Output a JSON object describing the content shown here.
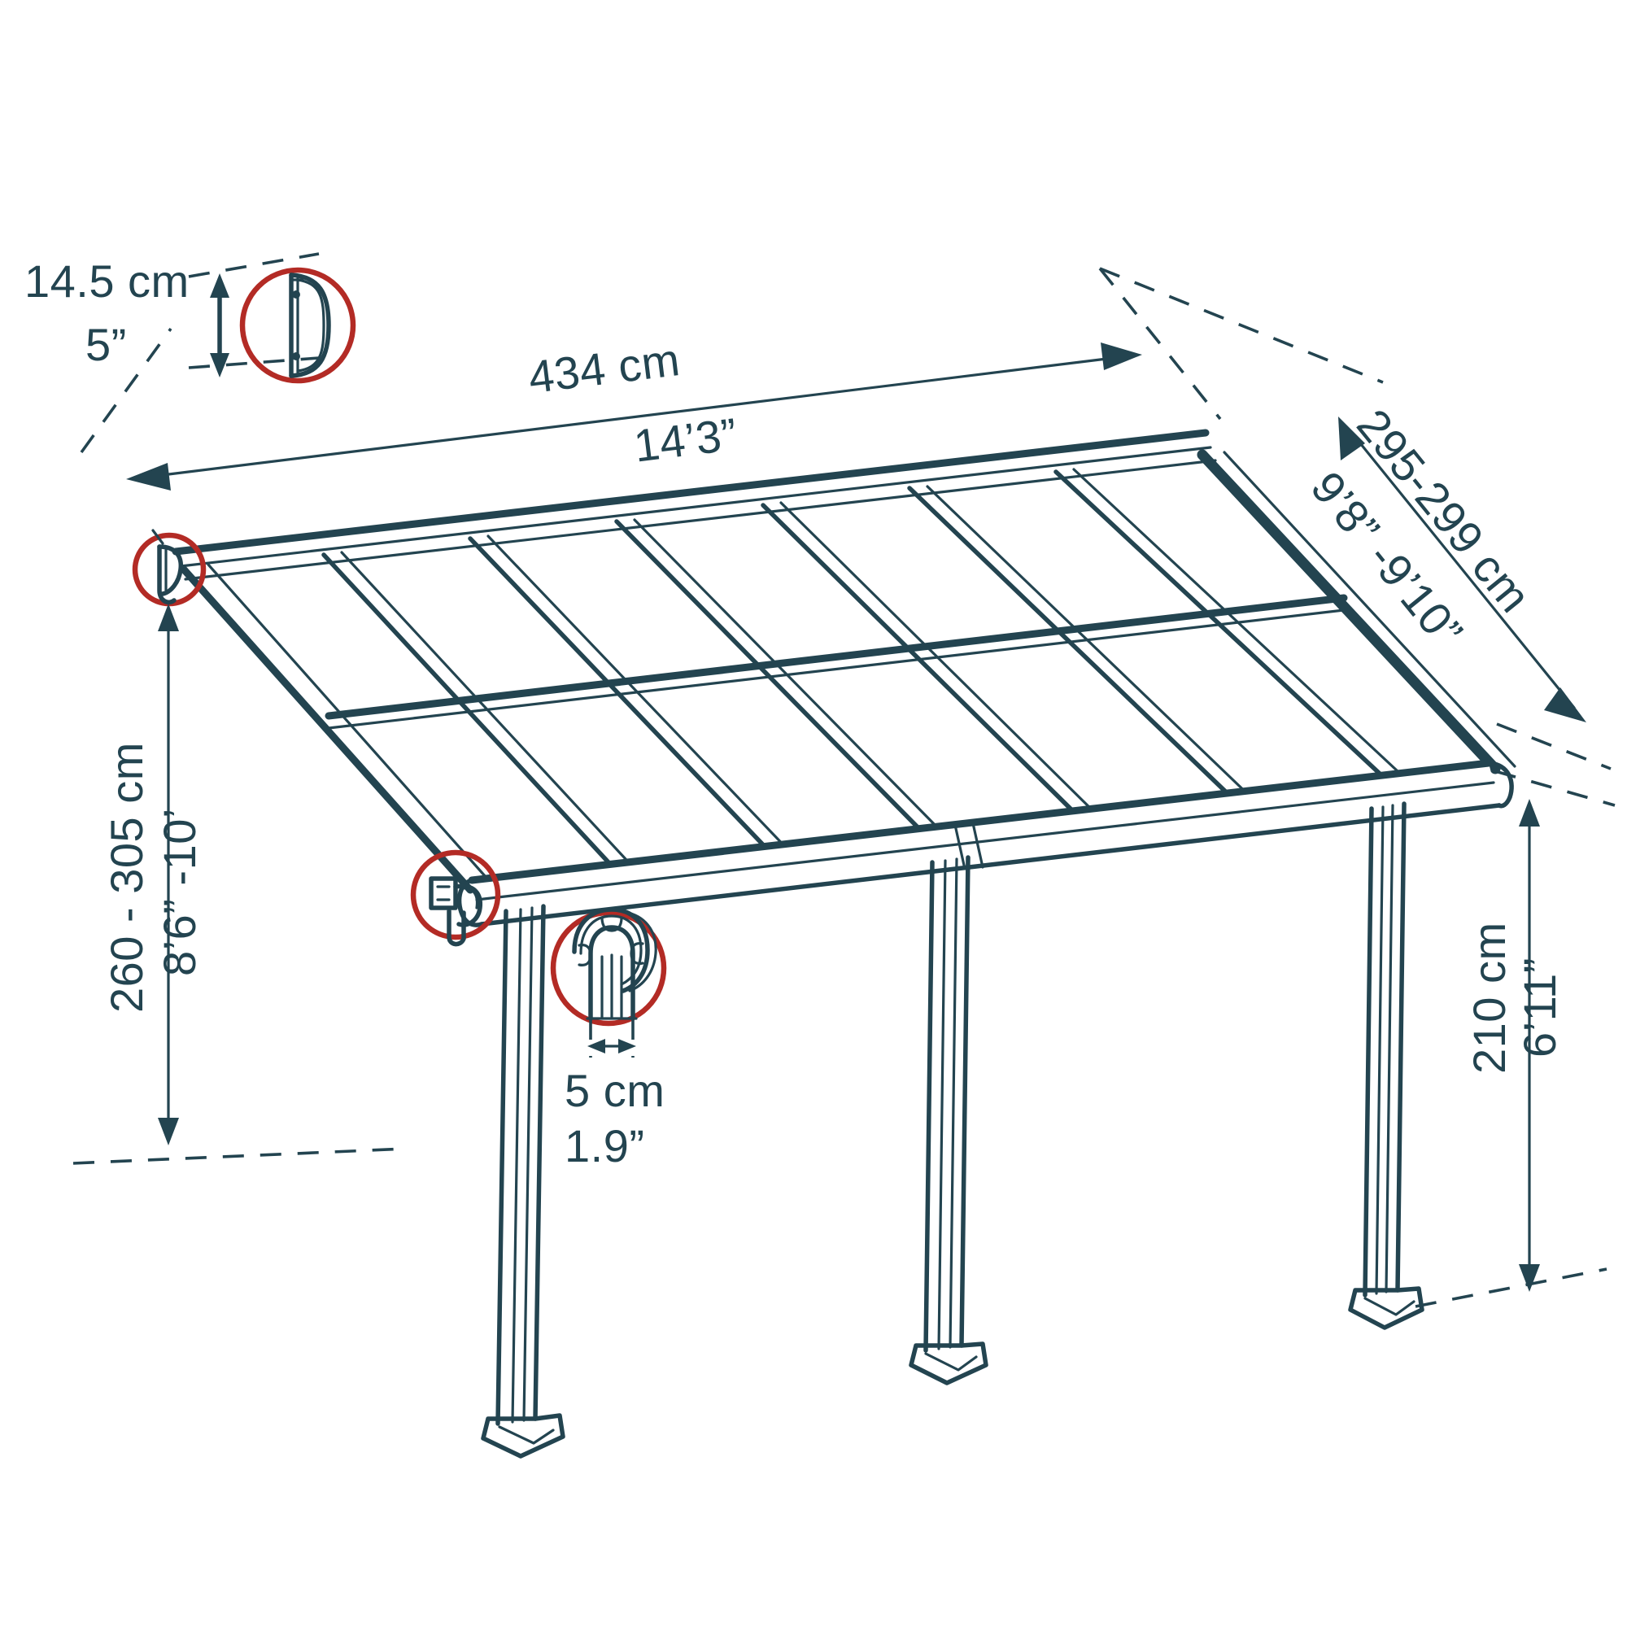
{
  "drawing": {
    "title": "Patio cover technical dimension drawing",
    "line_color": "#234450",
    "accent_color": "#B32B25",
    "background": "#ffffff"
  },
  "dimensions": {
    "beam_depth": {
      "label": "beam-profile-depth",
      "metric": "14.5 cm",
      "imperial": "5”"
    },
    "width": {
      "label": "overall-width",
      "metric": "434 cm",
      "imperial": "14’3”"
    },
    "projection": {
      "label": "overall-projection",
      "metric": "295-299 cm",
      "imperial": "9’8” -9’10”"
    },
    "wall_height": {
      "label": "wall-attachment-height",
      "metric": "260 - 305 cm",
      "imperial": "8’6” -10’"
    },
    "post_width": {
      "label": "post-profile-width",
      "metric": "5 cm",
      "imperial": "1.9”"
    },
    "front_height": {
      "label": "front-post-height",
      "metric": "210 cm",
      "imperial": "6’11”"
    }
  },
  "callouts": [
    {
      "name": "beam-profile-detail",
      "description": "D-shaped gutter beam cross-section"
    },
    {
      "name": "wall-bracket-detail",
      "description": "Wall mounting bracket"
    },
    {
      "name": "front-bracket-detail",
      "description": "Front beam end bracket"
    },
    {
      "name": "post-profile-detail",
      "description": "Post cross-section with cap"
    }
  ],
  "structure": {
    "rafter_count": 7,
    "post_count": 3,
    "cross_beam": true
  }
}
